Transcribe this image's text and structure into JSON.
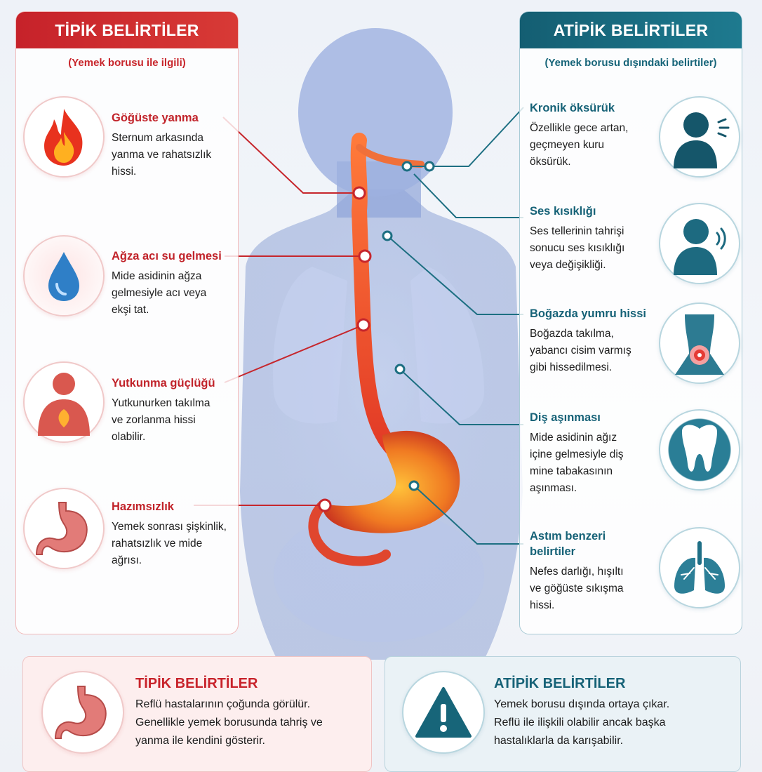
{
  "colors": {
    "red": "#c8232b",
    "teal": "#166277",
    "esophagus": "#e8452d",
    "body": "#8fa6dc"
  },
  "typical_panel": {
    "title": "TİPİK BELİRTİLER",
    "subtitle": "(Yemek borusu ile ilgili)",
    "items": [
      {
        "title": "Göğüste yanma",
        "desc_lines": [
          "Sternum arkasında",
          "yanma ve rahatsızlık",
          "hissi."
        ],
        "icon": "flame-icon"
      },
      {
        "title": "Ağza acı su gelmesi",
        "desc_lines": [
          "Mide asidinin ağza",
          "gelmesiyle acı veya",
          "ekşi tat."
        ],
        "icon": "droplet-icon"
      },
      {
        "title": "Yutkunma güçlüğü",
        "desc_lines": [
          "Yutkunurken takılma",
          "ve zorlanma hissi",
          "olabilir."
        ],
        "icon": "person-chest-icon"
      },
      {
        "title": "Hazımsızlık",
        "desc_lines": [
          "Yemek sonrası şişkinlik,",
          "rahatsızlık ve mide",
          "ağrısı."
        ],
        "icon": "stomach-icon"
      }
    ]
  },
  "atypical_panel": {
    "title": "ATİPİK BELİRTİLER",
    "subtitle": "(Yemek borusu dışındaki belirtiler)",
    "items": [
      {
        "title_lines": [
          "Kronik öksürük"
        ],
        "desc_lines": [
          "Özellikle gece artan,",
          "geçmeyen kuru",
          "öksürük."
        ],
        "icon": "coughing-person-icon"
      },
      {
        "title_lines": [
          "Ses kısıklığı"
        ],
        "desc_lines": [
          "Ses tellerinin tahrişi",
          "sonucu ses kısıklığı",
          "veya değişikliği."
        ],
        "icon": "speaking-person-icon"
      },
      {
        "title_lines": [
          "Boğazda yumru hissi"
        ],
        "desc_lines": [
          "Boğazda takılma,",
          "yabancı cisim varmış",
          "gibi hissedilmesi."
        ],
        "icon": "throat-icon"
      },
      {
        "title_lines": [
          "Diş aşınması"
        ],
        "desc_lines": [
          "Mide asidinin ağız",
          "içine gelmesiyle diş",
          "mine tabakasının",
          "aşınması."
        ],
        "icon": "tooth-icon"
      },
      {
        "title_lines": [
          "Astım benzeri",
          "belirtiler"
        ],
        "desc_lines": [
          "Nefes darlığı, hışıltı",
          "ve göğüste sıkışma",
          "hissi."
        ],
        "icon": "lungs-icon"
      }
    ]
  },
  "bottom": {
    "typical": {
      "title": "TİPİK BELİRTİLER",
      "lines": [
        "Reflü hastalarının çoğunda görülür.",
        "Genellikle yemek borusunda tahriş ve",
        "yanma ile kendini gösterir."
      ],
      "icon": "stomach-icon"
    },
    "atypical": {
      "title": "ATİPİK BELİRTİLER",
      "lines": [
        "Yemek borusu dışında ortaya çıkar.",
        "Reflü ile ilişkili olabilir ancak başka",
        "hastalıklarla da karışabilir."
      ],
      "icon": "warning-icon"
    }
  }
}
